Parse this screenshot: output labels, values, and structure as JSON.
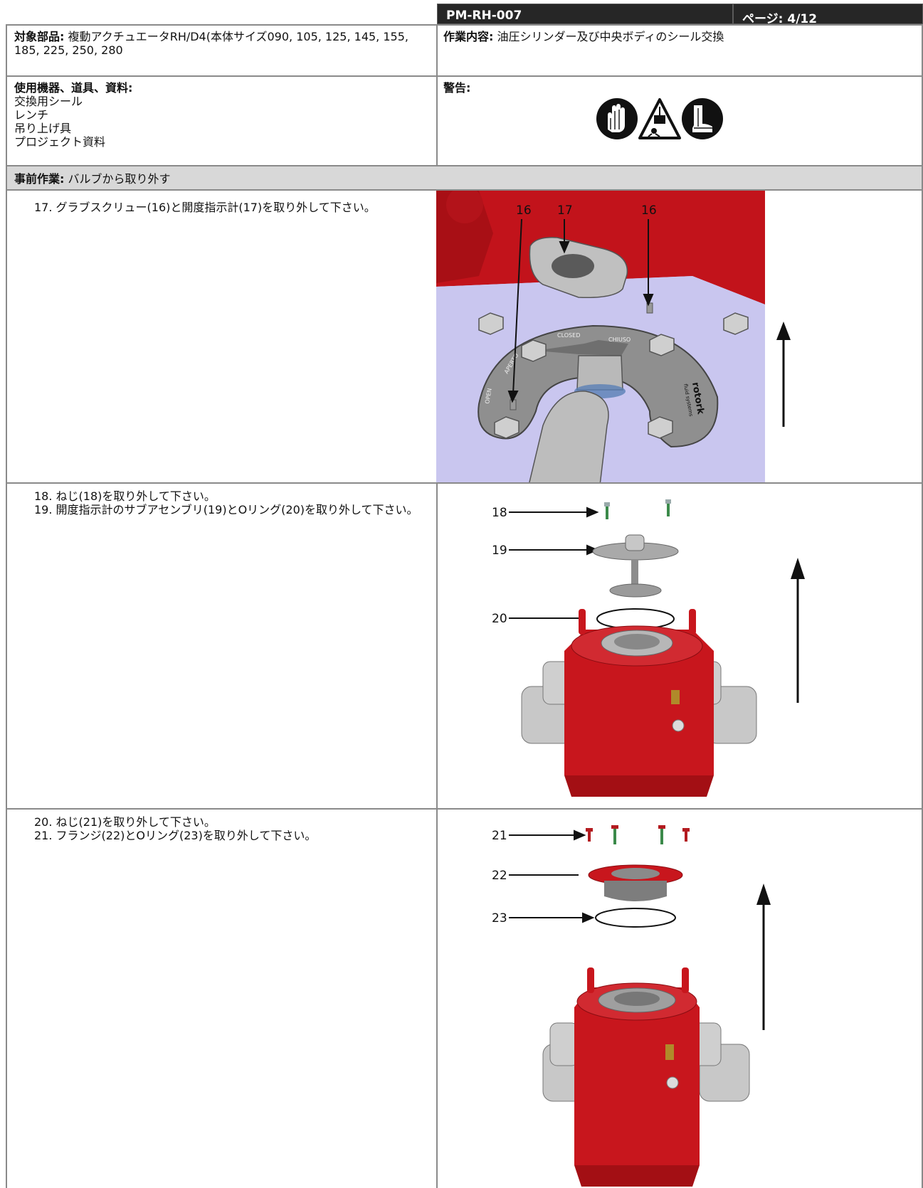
{
  "header": {
    "doc_code": "PM-RH-007",
    "page": "ページ: 4/12"
  },
  "target": {
    "label": "対象部品:",
    "value": "複動アクチュエータRH/D4(本体サイズ090, 105, 125, 145, 155, 185, 225, 250, 280"
  },
  "task": {
    "label": "作業内容:",
    "value": "油圧シリンダー及び中央ボディのシール交換"
  },
  "tools": {
    "label": "使用機器、道具、資料:",
    "items": [
      "交換用シール",
      "レンチ",
      "吊り上げ具",
      "プロジェクト資料"
    ]
  },
  "warning": {
    "label": "警告:",
    "icons": [
      "gloves-icon",
      "falling-load-icon",
      "safety-boots-icon"
    ]
  },
  "prework": {
    "label": "事前作業:",
    "value": "バルブから取り外す"
  },
  "steps": [
    {
      "lines": [
        "17. グラブスクリュー(16)と開度指示計(17)を取り外して下さい。"
      ],
      "callouts": [
        "16",
        "17",
        "16"
      ],
      "dial_text": [
        "CLOSED",
        "CHIUSO",
        "APERTO",
        "OPEN",
        "rotork",
        "fluid systems"
      ]
    },
    {
      "lines": [
        "18. ねじ(18)を取り外して下さい。",
        "19. 開度指示計のサブアセンブリ(19)とOリング(20)を取り外して下さい。"
      ],
      "callouts": [
        "18",
        "19",
        "20"
      ]
    },
    {
      "lines": [
        "20. ねじ(21)を取り外して下さい。",
        "21. フランジ(22)とOリング(23)を取り外して下さい。"
      ],
      "callouts": [
        "21",
        "22",
        "23"
      ]
    }
  ],
  "colors": {
    "header_bg": "#262626",
    "actuator_red": "#c8161d",
    "plate_lavender": "#c9c6ef",
    "prework_gray": "#d8d8d8"
  }
}
